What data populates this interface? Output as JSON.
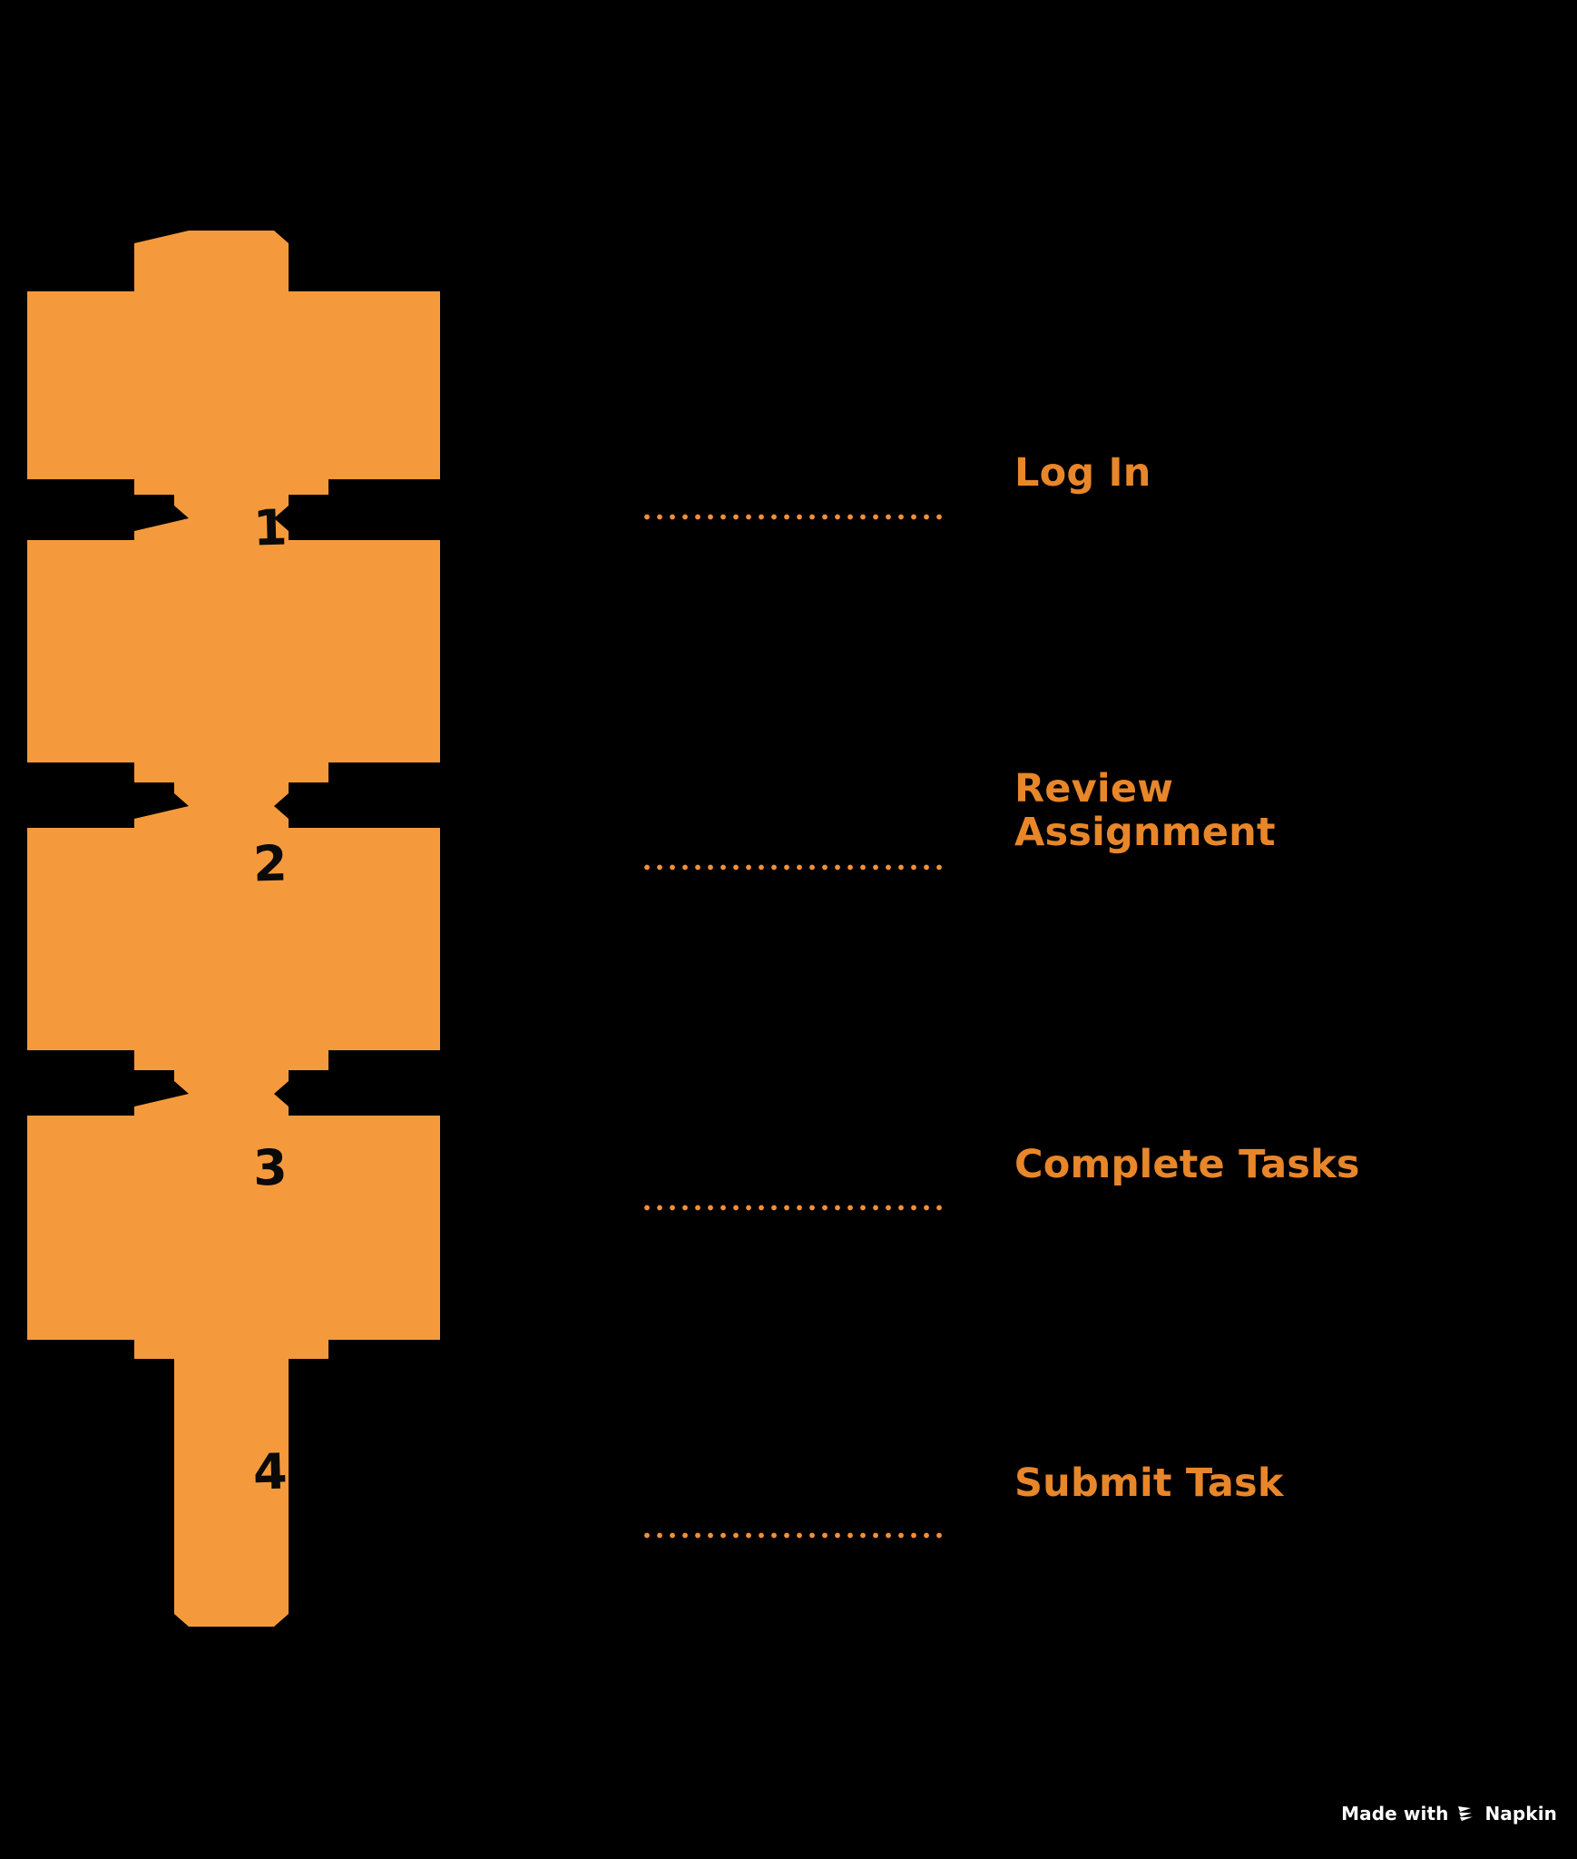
{
  "diagram": {
    "type": "vertical-puzzle-step-list",
    "background_color": "#000000",
    "piece_color": "#F59A3C",
    "number_color": "#0A0A0A",
    "label_color": "#E8862A",
    "connector_color": "#F2903A",
    "steps": [
      {
        "number": "1",
        "label": "Log In"
      },
      {
        "number": "2",
        "label": "Review\nAssignment"
      },
      {
        "number": "3",
        "label": "Complete Tasks"
      },
      {
        "number": "4",
        "label": "Submit Task"
      }
    ]
  },
  "watermark": {
    "prefix": "Made with",
    "brand": "Napkin",
    "logo_icon": "napkin-logo-icon"
  }
}
